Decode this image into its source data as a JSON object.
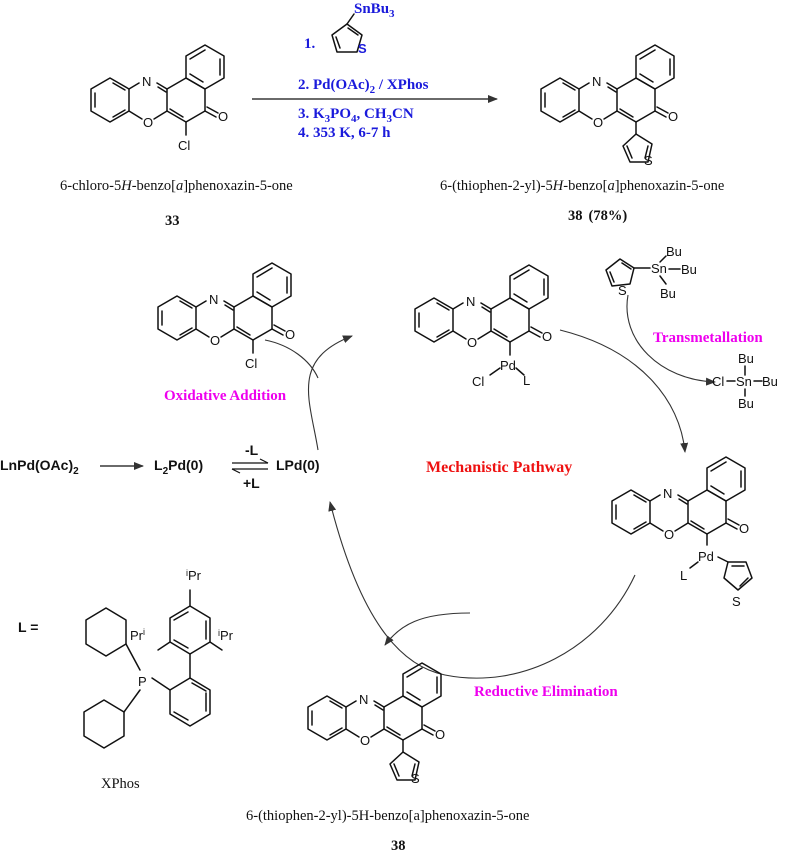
{
  "top_reaction": {
    "reactant_name_pre": "6-chloro-5",
    "reactant_name_h": "H",
    "reactant_name_mid": "-benzo[",
    "reactant_name_a": "a",
    "reactant_name_post": "]phenoxazin-5-one",
    "reactant_number": "33",
    "product_name_pre": "6-(thiophen-2-yl)-5",
    "product_name_h": "H",
    "product_name_mid": "-benzo[",
    "product_name_a": "a",
    "product_name_post": "]phenoxazin-5-one",
    "product_number": "38",
    "product_yield": "(78%)",
    "reagent_sn": "SnBu",
    "reagent_sn_sub": "3",
    "step1": "1.",
    "step2_a": "2. Pd(OAc)",
    "step2_sub": "2",
    "step2_b": " / XPhos",
    "step3_a": "3. K",
    "step3_sub1": "3",
    "step3_b": "PO",
    "step3_sub2": "4",
    "step3_c": ", CH",
    "step3_sub3": "3",
    "step3_d": "CN",
    "step4": "4. 353 K, 6-7 h"
  },
  "cycle": {
    "title": "Mechanistic Pathway",
    "oxidative_addition": "Oxidative Addition",
    "transmetallation": "Transmetallation",
    "reductive_elimination": "Reductive Elimination",
    "precatalyst": "LnPd(OAc)",
    "precatalyst_sub": "2",
    "l2pd_a": "L",
    "l2pd_sub": "2",
    "l2pd_b": "Pd(0)",
    "minus_l": "-L",
    "plus_l": "+L",
    "lpd": "LPd(0)",
    "bottom_name": "6-(thiophen-2-yl)-5H-benzo[a]phenoxazin-5-one",
    "bottom_number": "38"
  },
  "ligand": {
    "l_equals": "L =",
    "name": "XPhos",
    "ipr_label": "iPr",
    "pri_label": "Pri"
  },
  "atoms": {
    "N": "N",
    "O": "O",
    "Cl": "Cl",
    "S": "S",
    "Pd": "Pd",
    "L": "L",
    "Sn": "Sn",
    "Bu": "Bu",
    "P": "P"
  }
}
